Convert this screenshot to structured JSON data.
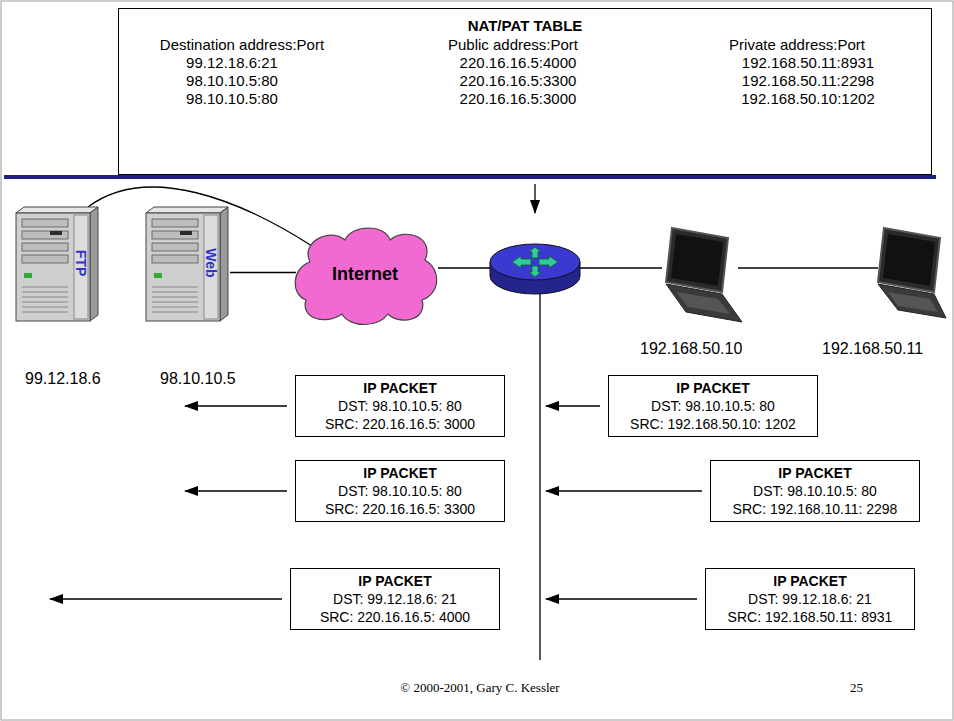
{
  "diagram": {
    "nodes": [
      {
        "text": [
          "NAT/PAT TABLE"
        ]
      },
      {
        "text": [
          "FTP"
        ]
      },
      {
        "text": [
          "Web"
        ]
      },
      {
        "text": [
          "Internet"
        ]
      },
      {
        "text": [
          "IP PACKET",
          "DST: 98.10.10.5: 80",
          "SRC: 220.16.16.5: 3000"
        ]
      },
      {
        "text": [
          "IP PACKET",
          "DST: 98.10.10.5: 80",
          "SRC: 192.168.50.10: 1202"
        ]
      },
      {
        "text": [
          "IP PACKET",
          "DST: 98.10.10.5: 80",
          "SRC: 220.16.16.5: 3300"
        ]
      },
      {
        "text": [
          "IP PACKET",
          "DST: 98.10.10.5: 80",
          "SRC: 192.168.10.11: 2298"
        ]
      },
      {
        "text": [
          "IP PACKET",
          "DST: 99.12.18.6: 21",
          "SRC: 220.16.16.5: 4000"
        ]
      },
      {
        "text": [
          "IP PACKET",
          "DST: 99.12.18.6: 21",
          "SRC: 192.168.50.11: 8931"
        ]
      }
    ],
    "edges": [
      {
        "from": 1,
        "to": 3,
        "arrow": "none"
      },
      {
        "from": 2,
        "to": 3,
        "arrow": "none"
      }
    ],
    "labels": [
      "Destination address:Port",
      "Public address:Port",
      "Private address:Port",
      "99.12.18.6:21",
      "220.16.16.5:4000",
      "192.168.50.11:8931",
      "98.10.10.5:80",
      "220.16.16.5:3300",
      "192.168.50.11:2298",
      "98.10.10.5:80",
      "220.16.16.5:3000",
      "192.168.50.10:1202",
      "192.168.50.10",
      "192.168.50.11",
      "99.12.18.6",
      "98.10.10.5",
      "© 2000-2001, Gary C. Kessler",
      "25"
    ]
  }
}
